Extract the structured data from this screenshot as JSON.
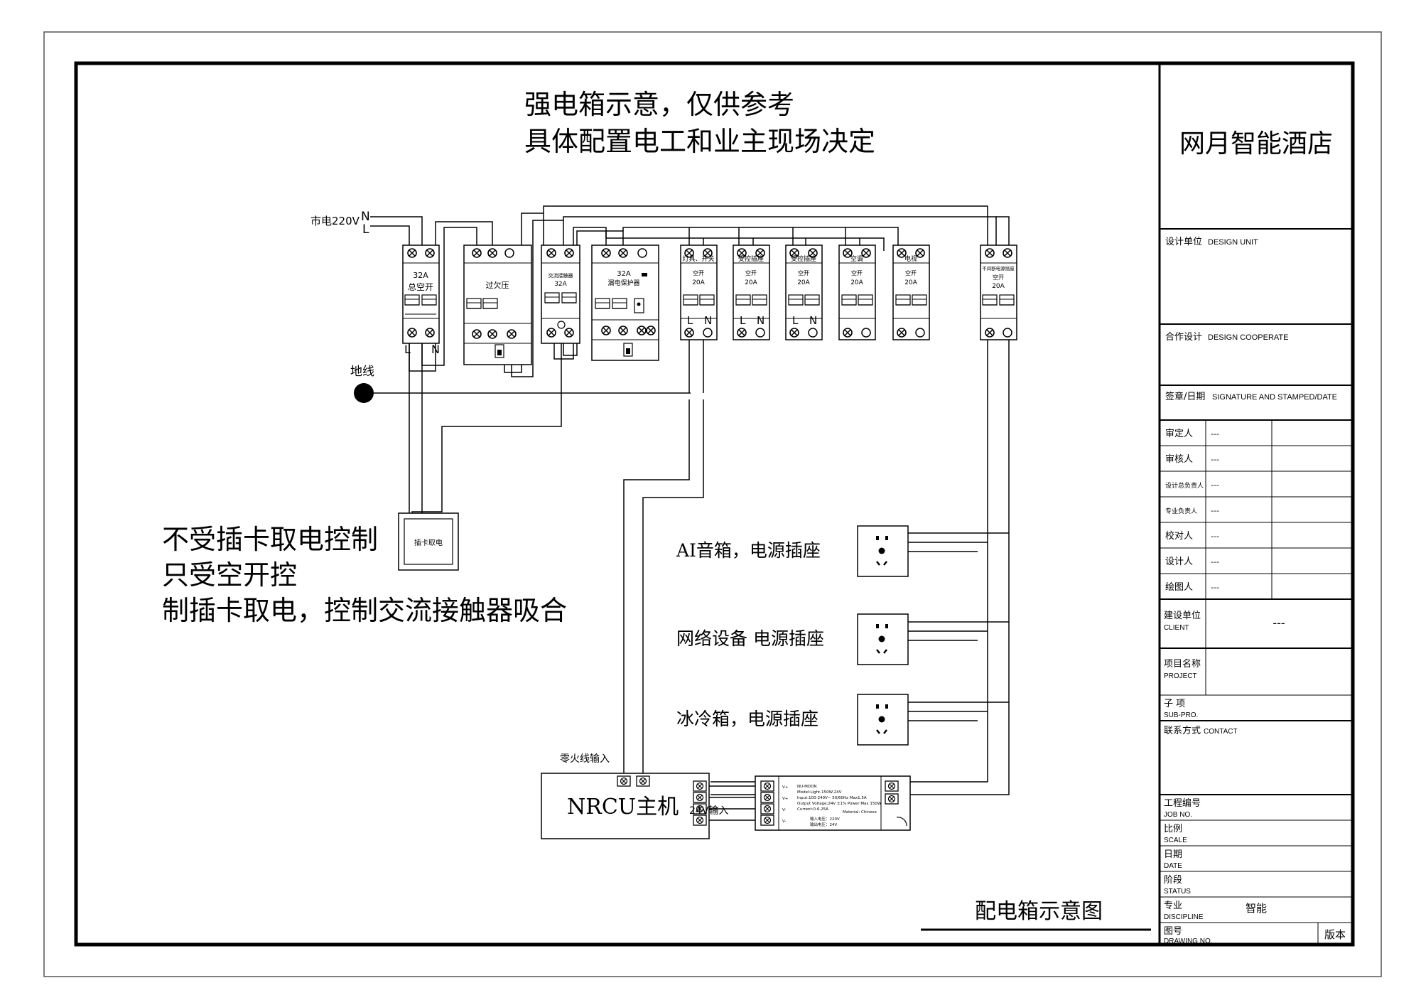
{
  "notes": {
    "top_line1": "强电箱示意，仅供参考",
    "top_line2": "具体配置电工和业主现场决定",
    "left_line1": "不受插卡取电控制",
    "left_line2": "只受空开控",
    "left_line3": "制插卡取电，控制交流接触器吸合",
    "diagram_title": "配电箱示意图"
  },
  "supply": {
    "label": "市电220V",
    "n": "N",
    "l": "L"
  },
  "ground": {
    "label": "地线"
  },
  "breakers": {
    "main": {
      "rating": "32A",
      "name": "总空开",
      "l": "L",
      "n": "N"
    },
    "overvoltage": {
      "name": "过欠压"
    },
    "contactor": {
      "name": "交流接触器",
      "rating": "32A"
    },
    "leakage": {
      "rating": "32A",
      "name": "漏电保护器"
    },
    "branch_type": "空开",
    "branch_rating": "20A",
    "branches": [
      {
        "name": "灯具、开关",
        "l": "L",
        "n": "N"
      },
      {
        "name": "受控插座",
        "l": "L",
        "n": "N"
      },
      {
        "name": "受控插座",
        "l": "L",
        "n": "N"
      },
      {
        "name": "空调",
        "l": "",
        "n": ""
      },
      {
        "name": "电视",
        "l": "",
        "n": ""
      }
    ],
    "always_on": {
      "name": "不间断电源插座",
      "type": "空开",
      "rating": "20A"
    }
  },
  "card_switch": {
    "label": "插卡取电"
  },
  "sockets": [
    {
      "label": "AI音箱，电源插座"
    },
    {
      "label": "网络设备 电源插座"
    },
    {
      "label": "冰冷箱，电源插座"
    }
  ],
  "nrcu": {
    "label": "NRCU主机",
    "input_label": "零火线输入",
    "out_label": "24V输入"
  },
  "psu": {
    "line1": "NU-MDDN",
    "line2": "Model:Light-150W-24V",
    "line3": "Input:100-240V~ 50/60Hz Max1.5A",
    "line4": "Output Voltage:24V ±1%  Power:Max 150W",
    "line5": "Current:0-6.25A",
    "line6": "输入电压：220V",
    "line7": "输出电压：24V",
    "line8": "Material: Chinese ",
    "term_labels": [
      "V+",
      "V+",
      "V-",
      "V-"
    ]
  },
  "title_block": {
    "company": "网月智能酒店",
    "design_unit": "设计单位",
    "design_unit_en": "DESIGN UNIT",
    "cooperate": "合作设计",
    "cooperate_en": "DESIGN COOPERATE",
    "signature": "签章/日期",
    "signature_en": "SIGNATURE AND STAMPED/DATE",
    "roles": [
      {
        "role": "审定人",
        "value": "---"
      },
      {
        "role": "审核人",
        "value": "---"
      },
      {
        "role": "设计总负责人",
        "value": "---"
      },
      {
        "role": "专业负责人",
        "value": "---"
      },
      {
        "role": "校对人",
        "value": "---"
      },
      {
        "role": "设计人",
        "value": "---"
      },
      {
        "role": "绘图人",
        "value": "---"
      }
    ],
    "client": "建设单位",
    "client_en": "CLIENT",
    "client_value": "---",
    "project": "项目名称",
    "project_en": "PROJECT",
    "subpro": "子 项",
    "subpro_en": "SUB-PRO.",
    "contact": "联系方式",
    "contact_en": "CONTACT",
    "job": "工程编号",
    "job_en": "JOB NO.",
    "scale": "比例",
    "scale_en": "SCALE",
    "date": "日期",
    "date_en": "DATE",
    "status": "阶段",
    "status_en": "STATUS",
    "discipline": "专业",
    "discipline_en": "DISCIPLINE",
    "discipline_value": "智能",
    "drawing": "图号",
    "drawing_en": "DRAWING NO.",
    "version": "版本"
  }
}
